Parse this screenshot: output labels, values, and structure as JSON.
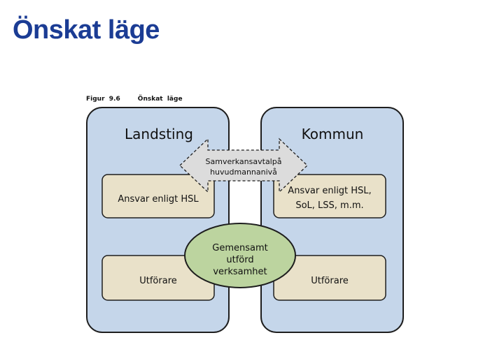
{
  "slide": {
    "title": "Önskat läge"
  },
  "figure": {
    "caption": "Figur  9.6        Önskat  läge"
  },
  "diagram": {
    "left_org": {
      "title": "Landsting",
      "responsibility": "Ansvar enligt HSL",
      "provider": "Utförare"
    },
    "right_org": {
      "title": "Kommun",
      "responsibility_line1": "Ansvar enligt HSL,",
      "responsibility_line2": "SoL, LSS, m.m.",
      "provider": "Utförare"
    },
    "agreement": {
      "line1": "Samverkansavtalpå",
      "line2": "huvudmannanivå"
    },
    "shared": {
      "line1": "Gemensamt",
      "line2": "utförd",
      "line3": "verksamhet"
    }
  },
  "colors": {
    "title": "#1b3c94",
    "org_fill": "#c5d6ea",
    "box_fill": "#e9e1c9",
    "ellipse_fill": "#bcd49f",
    "arrow_fill": "#dcdcdc",
    "stroke": "#1e1e1e"
  }
}
